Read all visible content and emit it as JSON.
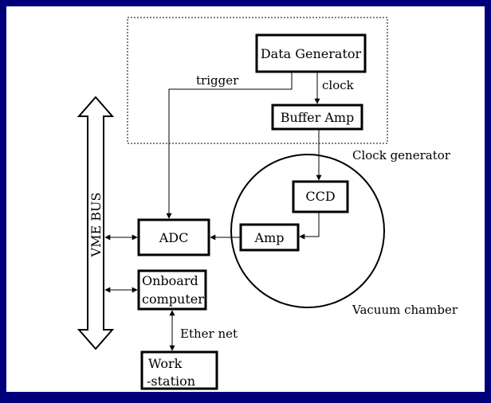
{
  "diagram": {
    "blocks": {
      "data_generator": "Data Generator",
      "buffer_amp": "Buffer Amp",
      "ccd": "CCD",
      "amp": "Amp",
      "adc": "ADC",
      "onboard_computer_line1": "Onboard",
      "onboard_computer_line2": "computer",
      "workstation_line1": "Work",
      "workstation_line2": "-station"
    },
    "labels": {
      "trigger": "trigger",
      "clock": "clock",
      "clock_generator": "Clock generator",
      "vacuum_chamber": "Vacuum chamber",
      "vme_bus": "VME BUS",
      "ethernet": "Ether net"
    },
    "colors": {
      "background": "#00007a",
      "canvas": "#ffffff",
      "ink": "#000000"
    }
  }
}
